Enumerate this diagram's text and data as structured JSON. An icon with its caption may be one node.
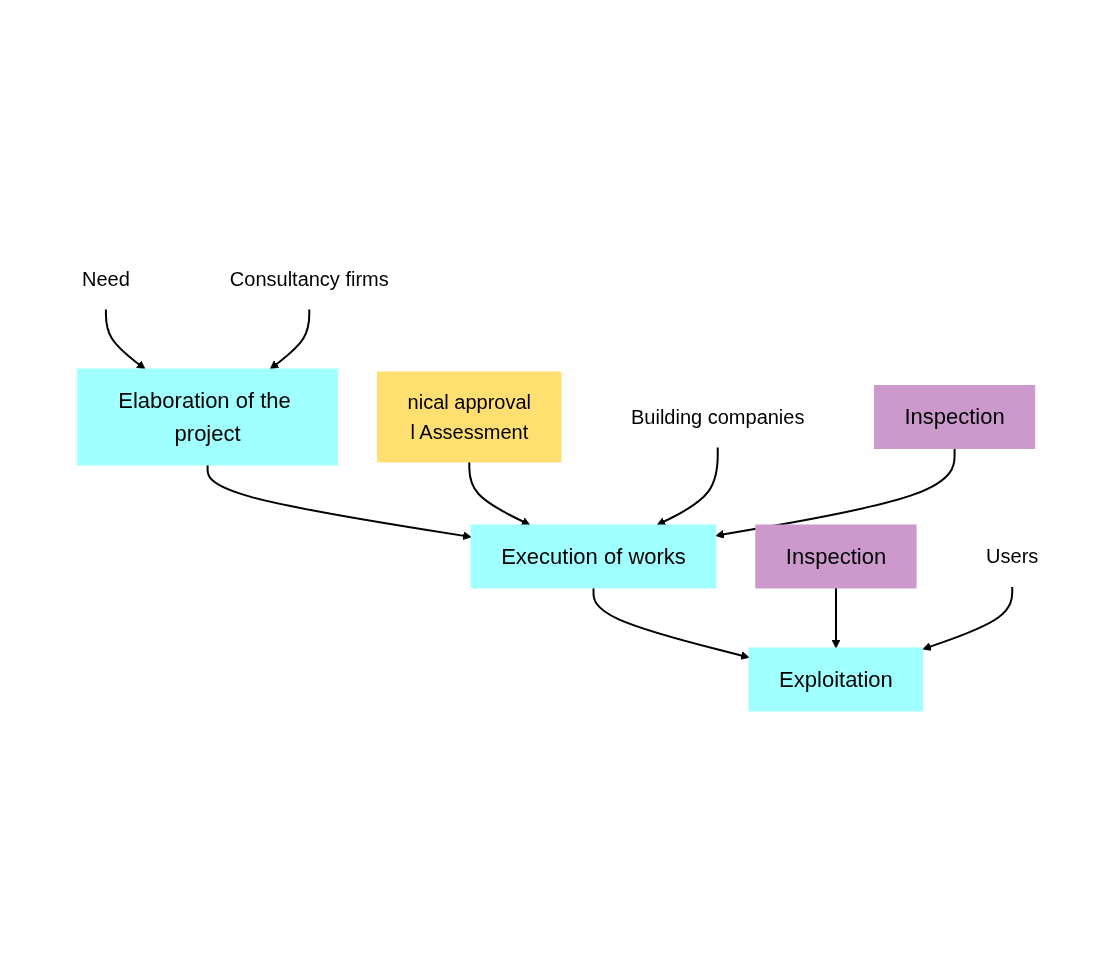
{
  "diagram": {
    "nodes": [
      {
        "text": [
          "Need"
        ]
      },
      {
        "text": [
          "Elaboration of the project"
        ]
      },
      {
        "text": [
          "Consultancy firms"
        ]
      },
      {
        "text": [
          "nical approval",
          "l Assessment"
        ]
      },
      {
        "text": [
          "Building companies"
        ]
      },
      {
        "text": [
          "Execution of works"
        ]
      },
      {
        "text": [
          "Inspection"
        ]
      },
      {
        "text": [
          "Exploitation"
        ]
      },
      {
        "text": [
          "Inspection"
        ]
      },
      {
        "text": [
          "Users"
        ]
      }
    ],
    "edges": [
      {
        "from": 0,
        "to": 1,
        "arrow": "to"
      },
      {
        "from": 2,
        "to": 1,
        "arrow": "to"
      },
      {
        "from": 1,
        "to": 5,
        "arrow": "to"
      },
      {
        "from": 3,
        "to": 5,
        "arrow": "to"
      },
      {
        "from": 4,
        "to": 5,
        "arrow": "to"
      },
      {
        "from": 6,
        "to": 5,
        "arrow": "to"
      },
      {
        "from": 5,
        "to": 7,
        "arrow": "to"
      },
      {
        "from": 8,
        "to": 7,
        "arrow": "to"
      },
      {
        "from": 9,
        "to": 7,
        "arrow": "to"
      }
    ]
  }
}
